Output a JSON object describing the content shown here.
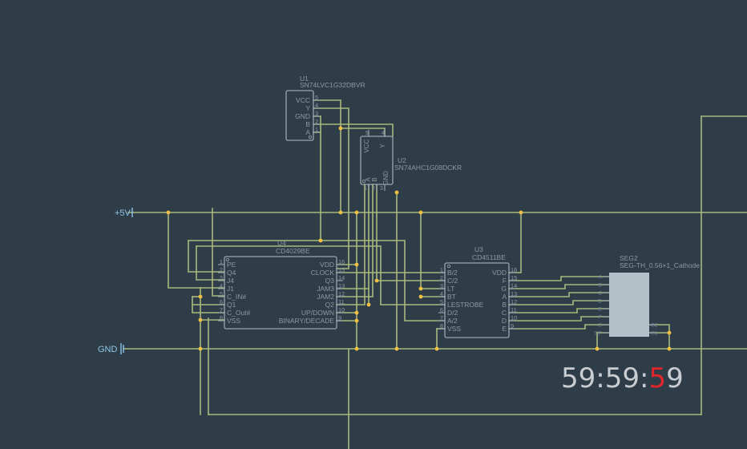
{
  "colors": {
    "background": "#2f3d49",
    "wire": "#a8b97c",
    "junction": "#f0c040",
    "component": "#9aa6b0",
    "text": "#8d98a3",
    "power_label": "#8fc7e8",
    "segment_display": "#b5c1c9",
    "clock_text": "#c9ccd0",
    "clock_highlight": "#e0262b"
  },
  "power": {
    "vcc_label": "+5V",
    "gnd_label": "GND"
  },
  "u1": {
    "ref": "U1",
    "part": "SN74LVC1G32DBVR",
    "pins": [
      {
        "name": "VCC",
        "num": "5"
      },
      {
        "name": "Y",
        "num": "4"
      },
      {
        "name": "GND",
        "num": "3"
      },
      {
        "name": "B",
        "num": "2"
      },
      {
        "name": "A",
        "num": "1"
      }
    ]
  },
  "u2": {
    "ref": "U2",
    "part": "SN74AHC1G08DCKR",
    "pin_names": [
      "VCC",
      "Y",
      "A",
      "B",
      "GND"
    ],
    "pin_nums": [
      "5",
      "4",
      "1",
      "2",
      "3"
    ]
  },
  "u4": {
    "ref": "U4",
    "part": "CD4029BE",
    "left_pins": [
      {
        "name": "PE",
        "num": "1"
      },
      {
        "name": "Q4",
        "num": "2"
      },
      {
        "name": "J4",
        "num": "3"
      },
      {
        "name": "J1",
        "num": "4"
      },
      {
        "name": "C_IN#",
        "num": "5"
      },
      {
        "name": "Q1",
        "num": "6"
      },
      {
        "name": "C_Out#",
        "num": "7"
      },
      {
        "name": "VSS",
        "num": "8"
      }
    ],
    "right_pins": [
      {
        "name": "VDD",
        "num": "16"
      },
      {
        "name": "CLOCK",
        "num": "15"
      },
      {
        "name": "Q3",
        "num": "14"
      },
      {
        "name": "JAM3",
        "num": "13"
      },
      {
        "name": "JAM2",
        "num": "12"
      },
      {
        "name": "Q2",
        "num": "11"
      },
      {
        "name": "UP/DOWN",
        "num": "10"
      },
      {
        "name": "BINARY/DECADE",
        "num": "9"
      }
    ]
  },
  "u3": {
    "ref": "U3",
    "part": "CD4511BE",
    "left_pins": [
      {
        "name": "B/2",
        "num": "1"
      },
      {
        "name": "C/2",
        "num": "2"
      },
      {
        "name": "LT",
        "num": "3"
      },
      {
        "name": "BT",
        "num": "4"
      },
      {
        "name": "LESTROBE",
        "num": "5"
      },
      {
        "name": "D/2",
        "num": "6"
      },
      {
        "name": "A/2",
        "num": "7"
      },
      {
        "name": "VSS",
        "num": "8"
      }
    ],
    "right_pins": [
      {
        "name": "VDD",
        "num": "16"
      },
      {
        "name": "F",
        "num": "15"
      },
      {
        "name": "G",
        "num": "14"
      },
      {
        "name": "A",
        "num": "13"
      },
      {
        "name": "B",
        "num": "12"
      },
      {
        "name": "C",
        "num": "11"
      },
      {
        "name": "D",
        "num": "10"
      },
      {
        "name": "E",
        "num": "9"
      }
    ]
  },
  "seg2": {
    "ref": "SEG2",
    "part": "SEG-TH_0.56×1_Cathode",
    "left_pins": [
      "A",
      "B",
      "C",
      "D",
      "E",
      "F",
      "G",
      "DP"
    ],
    "right_pins": [
      "G2",
      "G1"
    ]
  },
  "clock": {
    "minutes": "59",
    "sep1": ":",
    "seconds": "59",
    "sep2": ":",
    "frames": "59"
  }
}
